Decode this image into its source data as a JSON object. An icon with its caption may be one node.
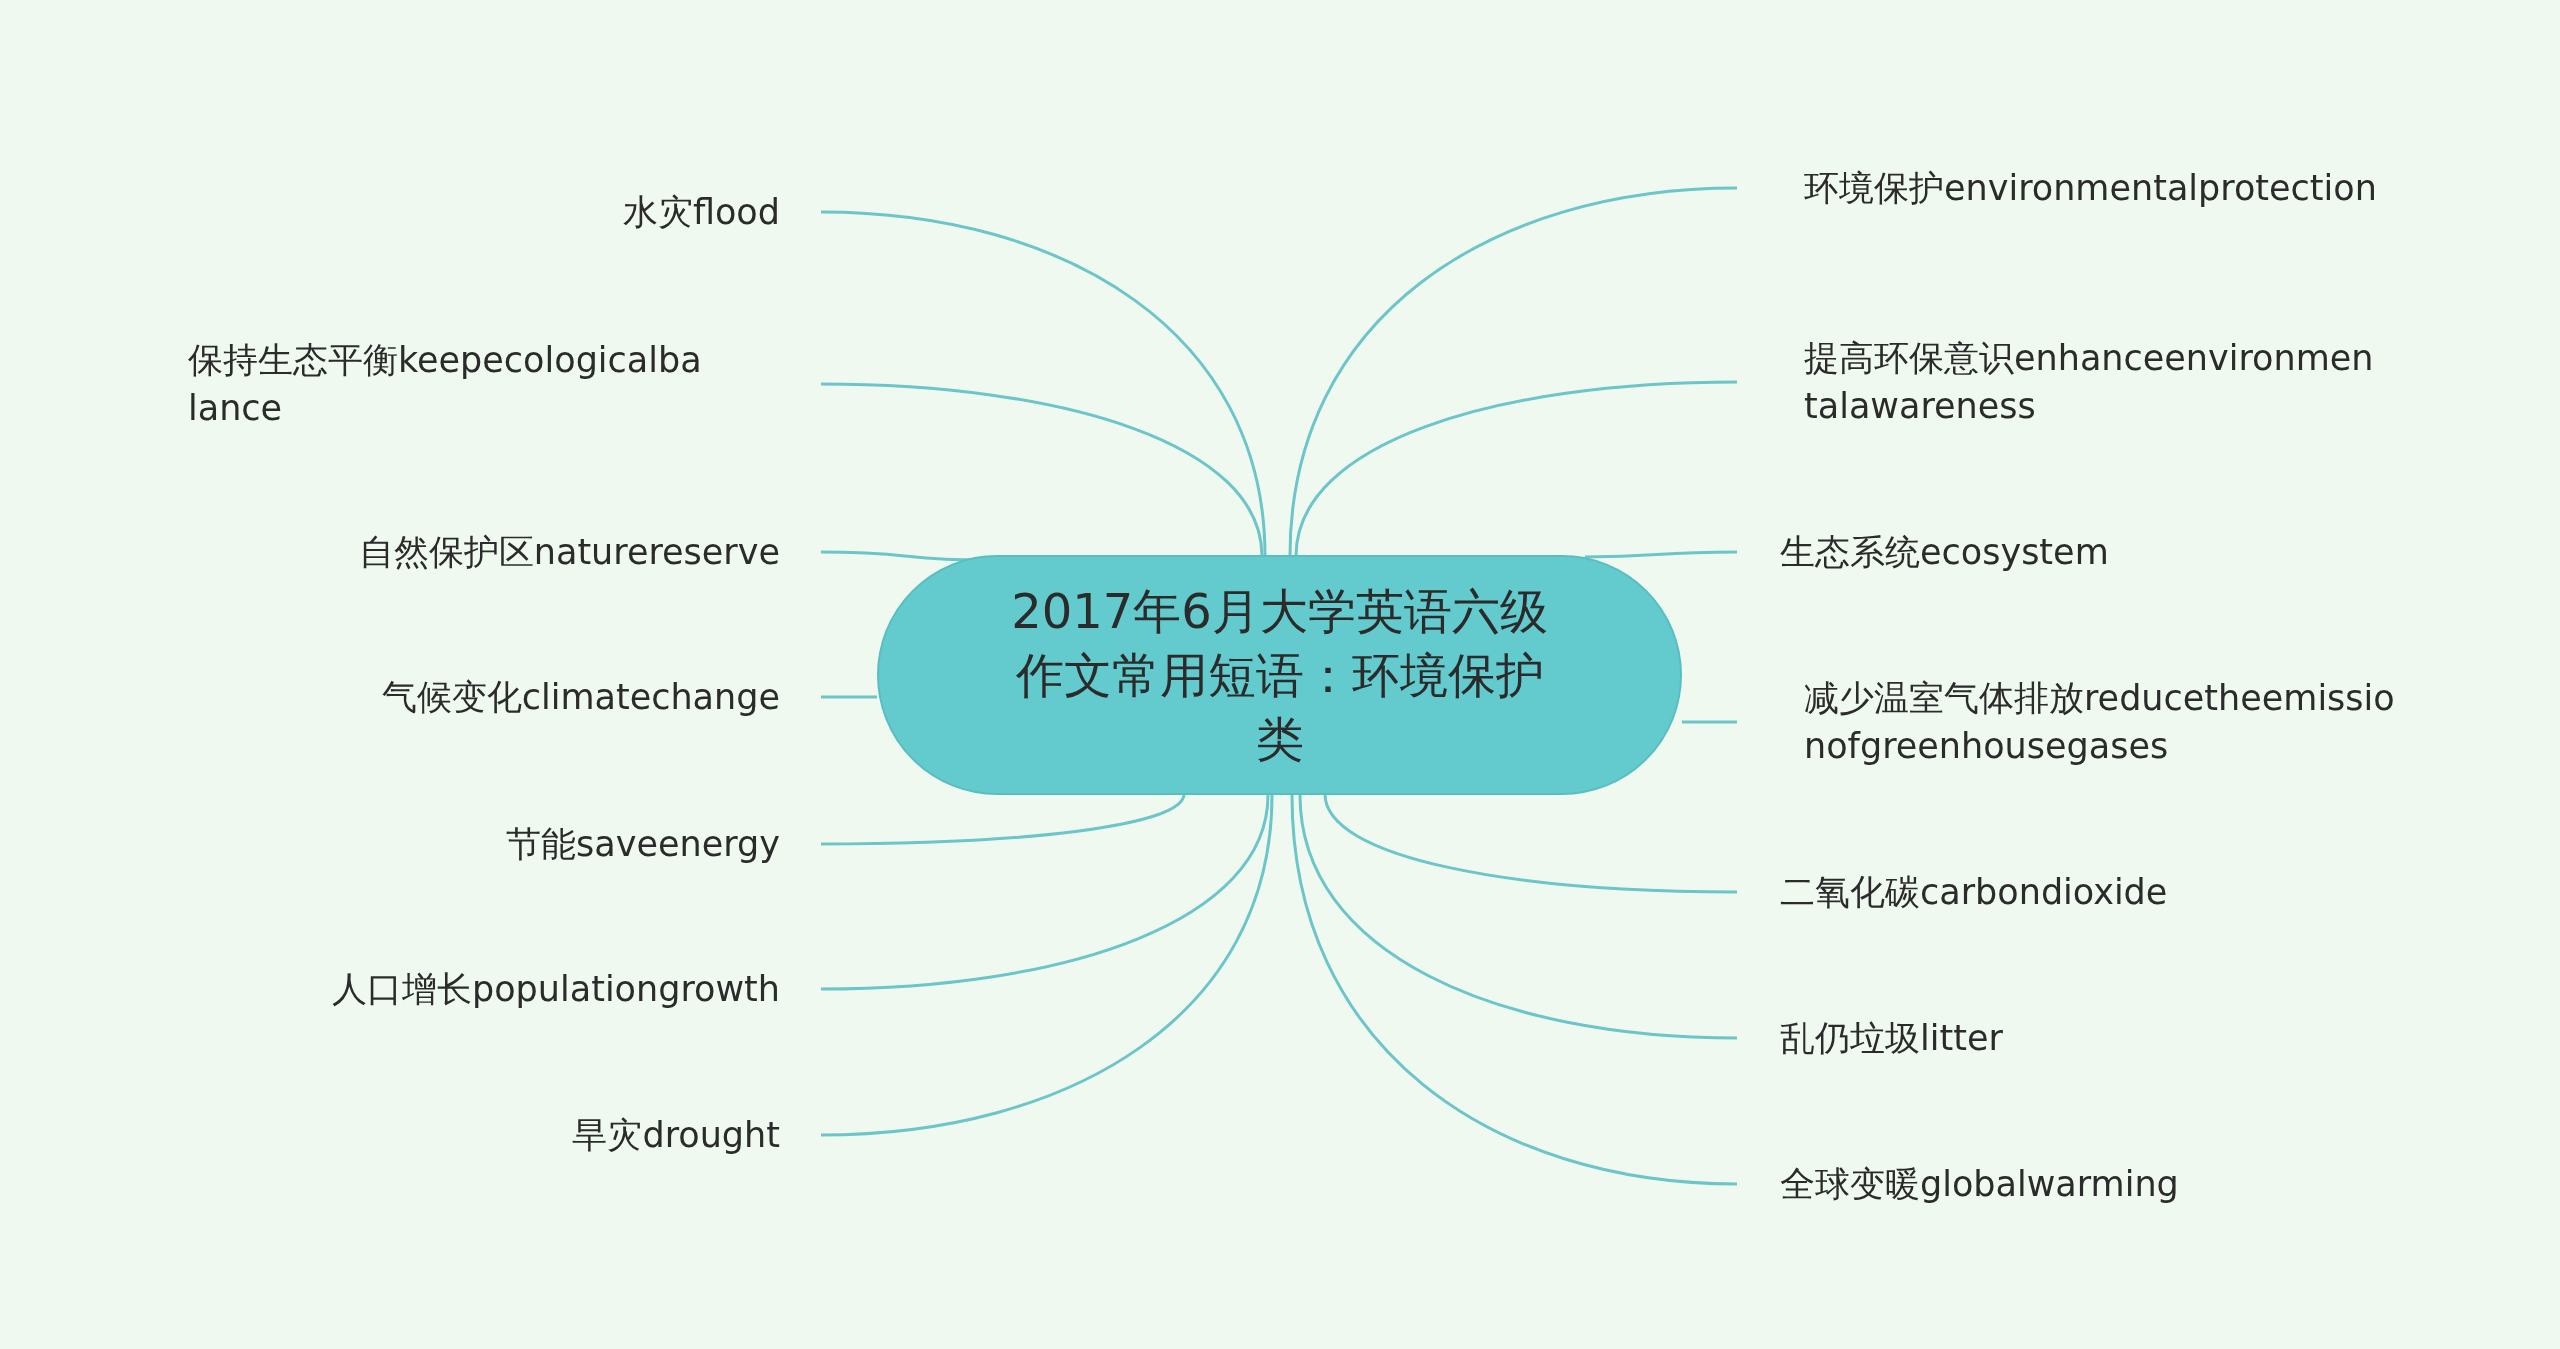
{
  "diagram": {
    "nodes": [
      {
        "text": [
          "2017年6月大学英语六级作文常用短语：环境保护类"
        ]
      },
      {
        "text": [
          "水灾flood"
        ]
      },
      {
        "text": [
          "保持生态平衡keepecologicalbalance"
        ]
      },
      {
        "text": [
          "自然保护区naturereserve"
        ]
      },
      {
        "text": [
          "气候变化climatechange"
        ]
      },
      {
        "text": [
          "节能saveenergy"
        ]
      },
      {
        "text": [
          "人口增长populationgrowth"
        ]
      },
      {
        "text": [
          "旱灾drought"
        ]
      },
      {
        "text": [
          "环境保护environmentalprotection"
        ]
      },
      {
        "text": [
          "提高环保意识enhanceenvironmentalawareness"
        ]
      },
      {
        "text": [
          "生态系统ecosystem"
        ]
      },
      {
        "text": [
          "减少温室气体排放reducetheemissionofgreenhousegases"
        ]
      },
      {
        "text": [
          "二氧化碳carbondioxide"
        ]
      },
      {
        "text": [
          "乱仍垃圾litter"
        ]
      },
      {
        "text": [
          "全球变暖globalwarming"
        ]
      }
    ],
    "edges": [
      {
        "from": 0,
        "to": 1,
        "arrow": "none"
      },
      {
        "from": 0,
        "to": 2,
        "arrow": "none"
      },
      {
        "from": 0,
        "to": 3,
        "arrow": "none"
      },
      {
        "from": 0,
        "to": 4,
        "arrow": "none"
      },
      {
        "from": 0,
        "to": 5,
        "arrow": "none"
      },
      {
        "from": 0,
        "to": 6,
        "arrow": "none"
      },
      {
        "from": 0,
        "to": 7,
        "arrow": "none"
      },
      {
        "from": 0,
        "to": 8,
        "arrow": "none"
      },
      {
        "from": 0,
        "to": 9,
        "arrow": "none"
      },
      {
        "from": 0,
        "to": 10,
        "arrow": "none"
      },
      {
        "from": 0,
        "to": 11,
        "arrow": "none"
      },
      {
        "from": 0,
        "to": 12,
        "arrow": "none"
      },
      {
        "from": 0,
        "to": 13,
        "arrow": "none"
      },
      {
        "from": 0,
        "to": 14,
        "arrow": "none"
      }
    ]
  }
}
